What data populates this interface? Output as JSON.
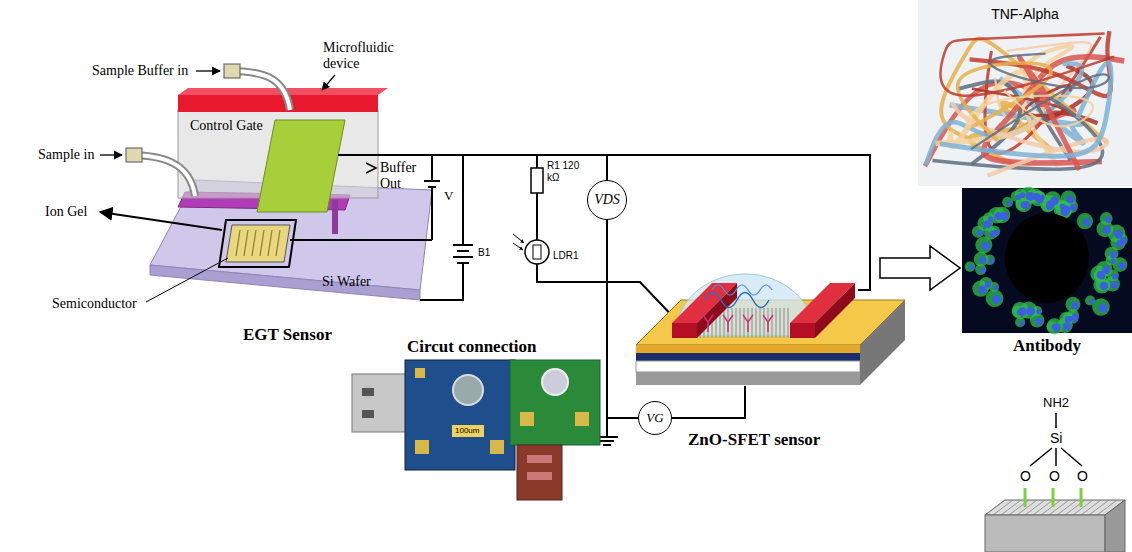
{
  "diagram": {
    "nodes": [
      {
        "text": [
          "TNF-Alpha"
        ]
      },
      {
        "text": [
          "Antibody"
        ]
      },
      {
        "text": [
          "VDS"
        ]
      },
      {
        "text": [
          "VG"
        ]
      }
    ],
    "labels": [
      "Sample Buffer in",
      "Microfluidic device",
      "Control Gate",
      "Sample in",
      "Buffer Out",
      "Ion Gel",
      "Semiconductor",
      "Si Wafer",
      "EGT Sensor",
      "V",
      "B1",
      "R1 120 kΩ",
      "LDR1",
      "Circut connection",
      "100um",
      "ZnO-SFET sensor",
      "NH2",
      "Si",
      "O",
      "O",
      "O"
    ]
  }
}
